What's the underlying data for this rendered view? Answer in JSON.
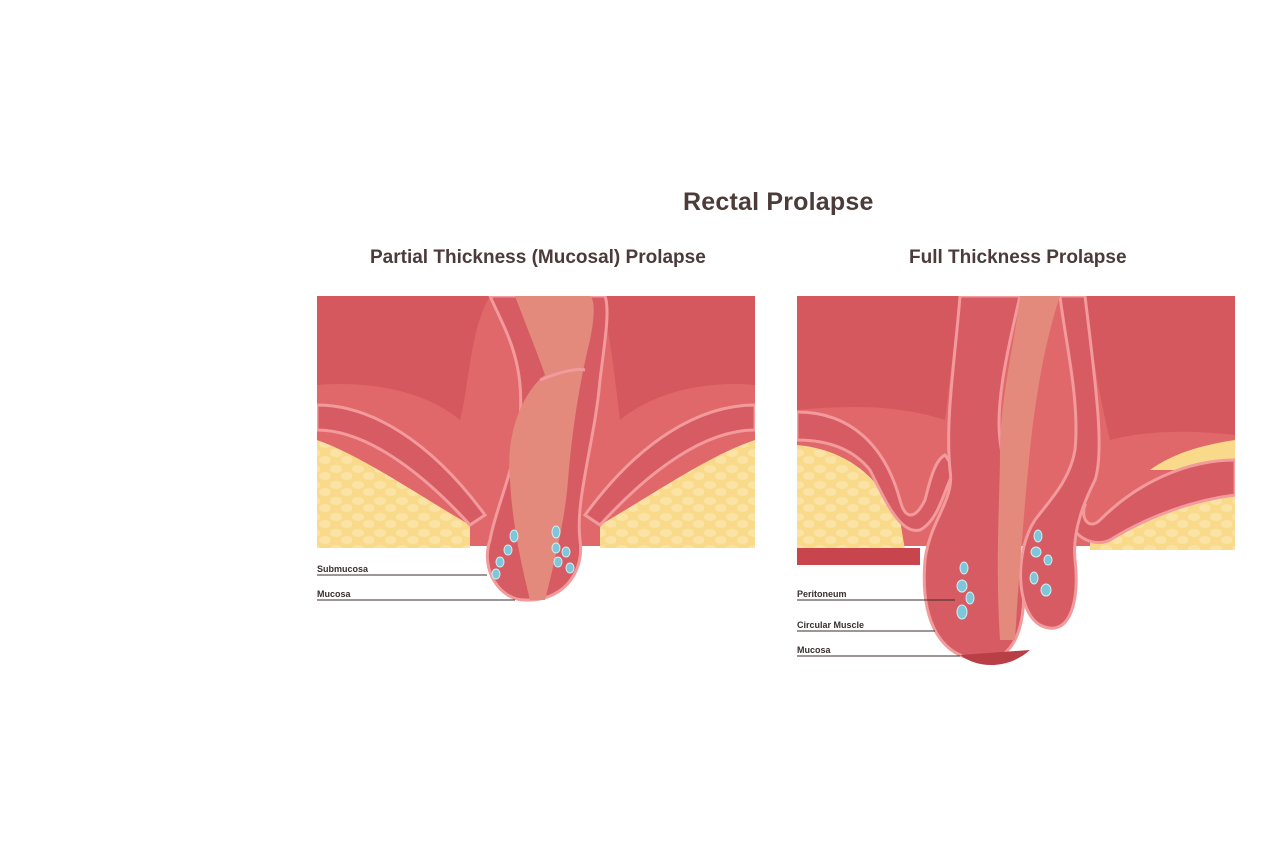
{
  "title": "Rectal Prolapse",
  "panels": [
    {
      "title": "Partial Thickness (Mucosal) Prolapse",
      "labels": [
        "Submucosa",
        "Mucosa"
      ]
    },
    {
      "title": "Full Thickness Prolapse",
      "labels": [
        "Peritoneum",
        "Circular Muscle",
        "Mucosa"
      ]
    }
  ],
  "colors": {
    "tissue_dark": "#d9575b",
    "tissue_mid": "#e0686a",
    "muscle": "#d75b63",
    "lining": "#f29a9c",
    "inner": "#e38a7d",
    "fat": "#f9d98a",
    "vessel": "#7fc6d8",
    "text": "#4b3b39"
  }
}
